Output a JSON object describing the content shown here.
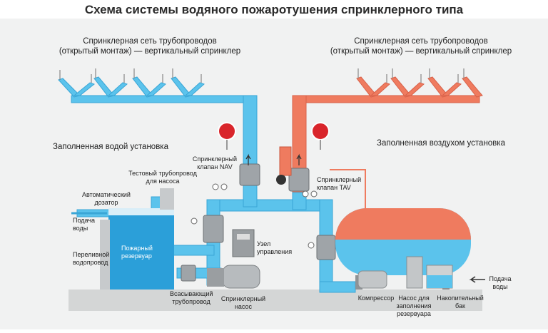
{
  "title": "Схема системы водяного пожаротушения спринклерного типа",
  "network_left": {
    "line1": "Спринклерная сеть трубопроводов",
    "line2": "(открытый монтаж) — вертикальный спринклер"
  },
  "network_right": {
    "line1": "Спринклерная сеть трубопроводов",
    "line2": "(открытый монтаж) — вертикальный спринклер"
  },
  "water_installation": "Заполненная водой установка",
  "air_installation": "Заполненная воздухом установка",
  "labels": {
    "valve_nav_1": "Спринклерный",
    "valve_nav_2": "клапан NAV",
    "test_pipe_1": "Тестовый трубопровод",
    "test_pipe_2": "для насоса",
    "auto_doser_1": "Автоматический",
    "auto_doser_2": "дозатор",
    "supply_left_1": "Подача",
    "supply_left_2": "воды",
    "fire_tank_1": "Пожарный",
    "fire_tank_2": "резервуар",
    "overflow_1": "Переливной",
    "overflow_2": "водопровод",
    "suction_1": "Всасывающий",
    "suction_2": "трубопровод",
    "sprinkler_pump_1": "Спринклерный",
    "sprinkler_pump_2": "насос",
    "control_unit_1": "Узел",
    "control_unit_2": "управления",
    "valve_tav_1": "Спринклерный",
    "valve_tav_2": "клапан TAV",
    "compressor": "Компрессор",
    "fill_pump_1": "Насос для",
    "fill_pump_2": "заполнения",
    "fill_pump_3": "резервуара",
    "storage_tank_1": "Накопительный",
    "storage_tank_2": "бак",
    "supply_right_1": "Подача",
    "supply_right_2": "воды"
  },
  "colors": {
    "water": "#5bc3ec",
    "air": "#ef7b5f",
    "pipe_outline": "#3aa6d6",
    "background_panel": "#f1f2f2",
    "floor": "#d4d6d6",
    "equipment": "#b5b8ba",
    "alarm_red": "#d9252b"
  }
}
